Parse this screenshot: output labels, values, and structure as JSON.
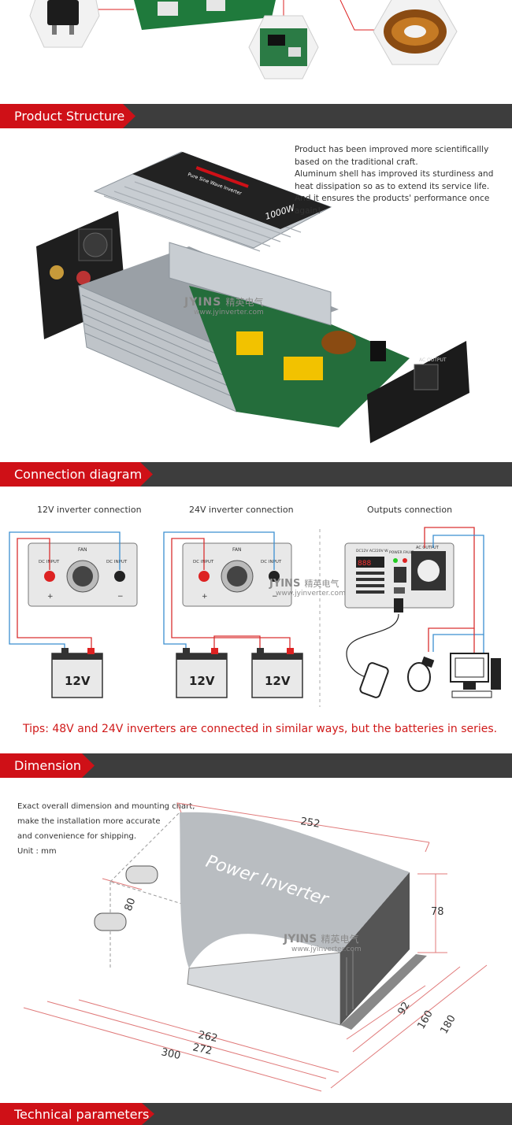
{
  "sections": {
    "structure": "Product Structure",
    "connection": "Connection diagram",
    "dimension": "Dimension",
    "technical": "Technical parameters"
  },
  "structure": {
    "description": [
      "Product has been improved more scientificallly",
      "based on the traditional craft.",
      "Aluminum shell has improved its sturdiness and",
      "heat dissipation so as to extend its service life.",
      "And it ensures the products' performance once",
      "again!"
    ],
    "label_power": "1000W",
    "label_type": "Pure Sine Wave Inverter"
  },
  "watermark": {
    "brand": "JYINS",
    "brand_cn": "精英电气",
    "url": "www.jyinverter.com"
  },
  "connection": {
    "titles": [
      "12V inverter connection",
      "24V inverter connection",
      "Outputs connection"
    ],
    "battery_label": "12V",
    "fan_label": "FAN",
    "dc_input": "DC INPUT",
    "ac_output": "AC OUTPUT",
    "power_label": "POWER",
    "fault_label": "FAULT",
    "voltage_label": "DC12V AC220V W",
    "tips": "Tips: 48V and 24V inverters are connected in similar ways, but the batteries in series."
  },
  "dimension": {
    "note": [
      "Exact overall dimension and mounting chart,",
      "make the installation more accurate",
      "and convenience for shipping.",
      "Unit : mm"
    ],
    "product_label": "Power Inverter",
    "dims": {
      "top": "252",
      "height": "78",
      "terminal": "80",
      "d1": "92",
      "d2": "160",
      "d3": "180",
      "l1": "262",
      "l2": "272",
      "l3": "300"
    }
  },
  "colors": {
    "accent_red": "#cf1017",
    "header_dark": "#3d3d3d",
    "wire_red": "#d93030",
    "wire_blue": "#3b8fd1",
    "dim_line": "#e07a7a"
  }
}
